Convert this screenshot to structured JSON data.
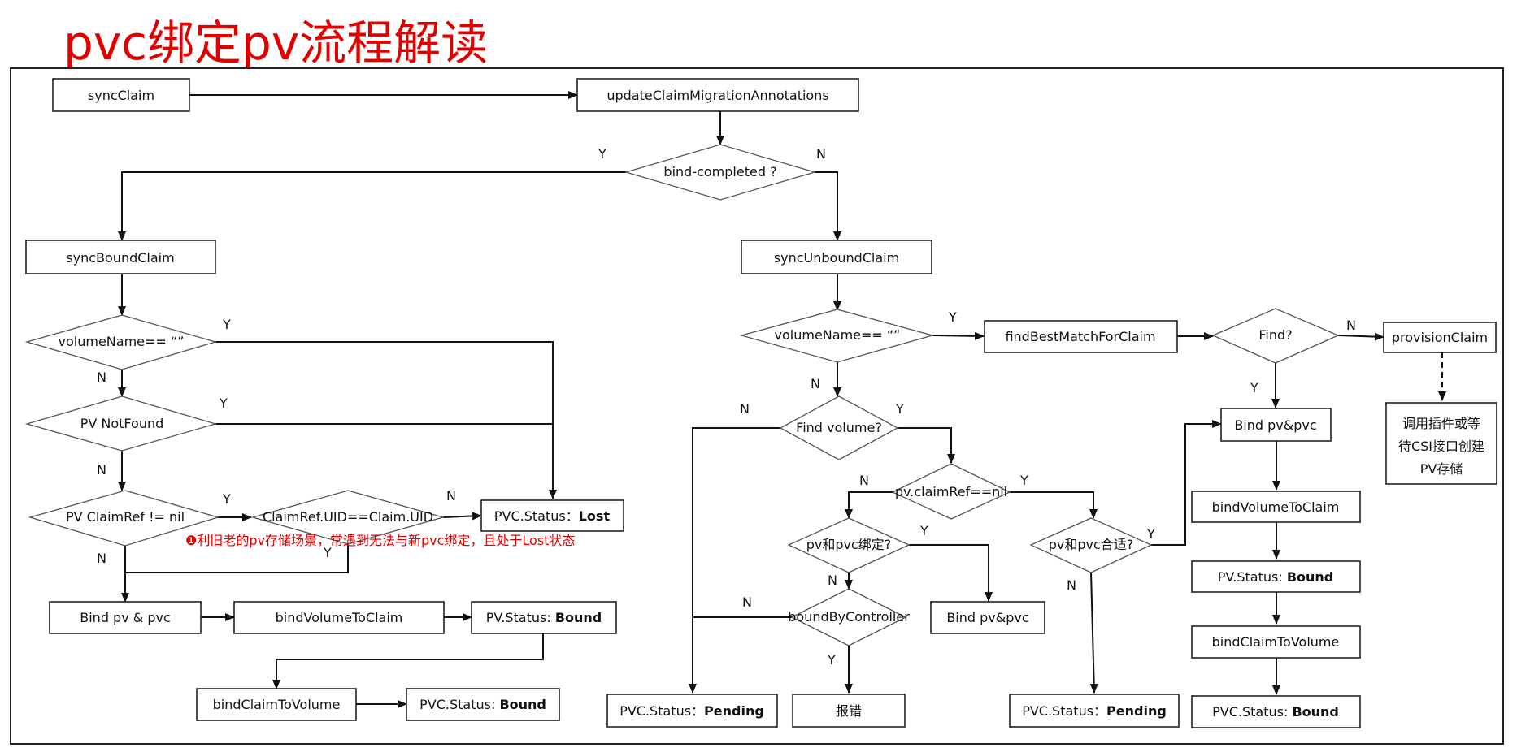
{
  "title": "pvc绑定pv流程解读",
  "nodes": {
    "syncClaim": "syncClaim",
    "updateAnno": "updateClaimMigrationAnnotations",
    "bindCompleted": "bind-completed ?",
    "syncBoundClaim": "syncBoundClaim",
    "syncUnboundClaim": "syncUnboundClaim",
    "volNameL": "volumeName== “”",
    "pvNotFound": "PV NotFound",
    "pvClaimRef": "PV ClaimRef != nil",
    "uidCheck": "ClaimRef.UID==Claim.UID",
    "pvcLost_pre": "PVC.Status：",
    "pvcLost_b": "Lost",
    "bindPvPvcL": "Bind pv & pvc",
    "bindVolToClaimL": "bindVolumeToClaim",
    "pvBoundL_pre": "PV.Status: ",
    "pvBoundL_b": "Bound",
    "bindClaimToVolL": "bindClaimToVolume",
    "pvcBoundL_pre": "PVC.Status: ",
    "pvcBoundL_b": "Bound",
    "volNameR": "volumeName== “”",
    "findBest": "findBestMatchForClaim",
    "find": "Find?",
    "provision": "provisionClaim",
    "provNote1": "调用插件或等",
    "provNote2": "待CSI接口创建",
    "provNote3": "PV存储",
    "findVolume": "Find volume?",
    "claimRefNil": "pv.claimRef==nil",
    "pvPvcBound": "pv和pvc绑定?",
    "pvPvcFit": "pv和pvc合适?",
    "boundByCtrl": "boundByController",
    "bindPvPvcMid": "Bind pv&pvc",
    "pvcPending1_pre": "PVC.Status：",
    "pvcPending1_b": "Pending",
    "error": "报错",
    "pvcPending2_pre": "PVC.Status：",
    "pvcPending2_b": "Pending",
    "bindPvPvcR": "Bind pv&pvc",
    "bindVolToClaimR": "bindVolumeToClaim",
    "pvBoundR_pre": "PV.Status: ",
    "pvBoundR_b": "Bound",
    "bindClaimToVolR": "bindClaimToVolume",
    "pvcBoundR_pre": "PVC.Status: ",
    "pvcBoundR_b": "Bound"
  },
  "annotation": "❶利旧老的pv存储场景，常遇到无法与新pvc绑定，且处于Lost状态",
  "yn": {
    "y": "Y",
    "n": "N"
  },
  "colors": {
    "title": "#e00000",
    "note": "#e00000",
    "line": "#111111"
  }
}
